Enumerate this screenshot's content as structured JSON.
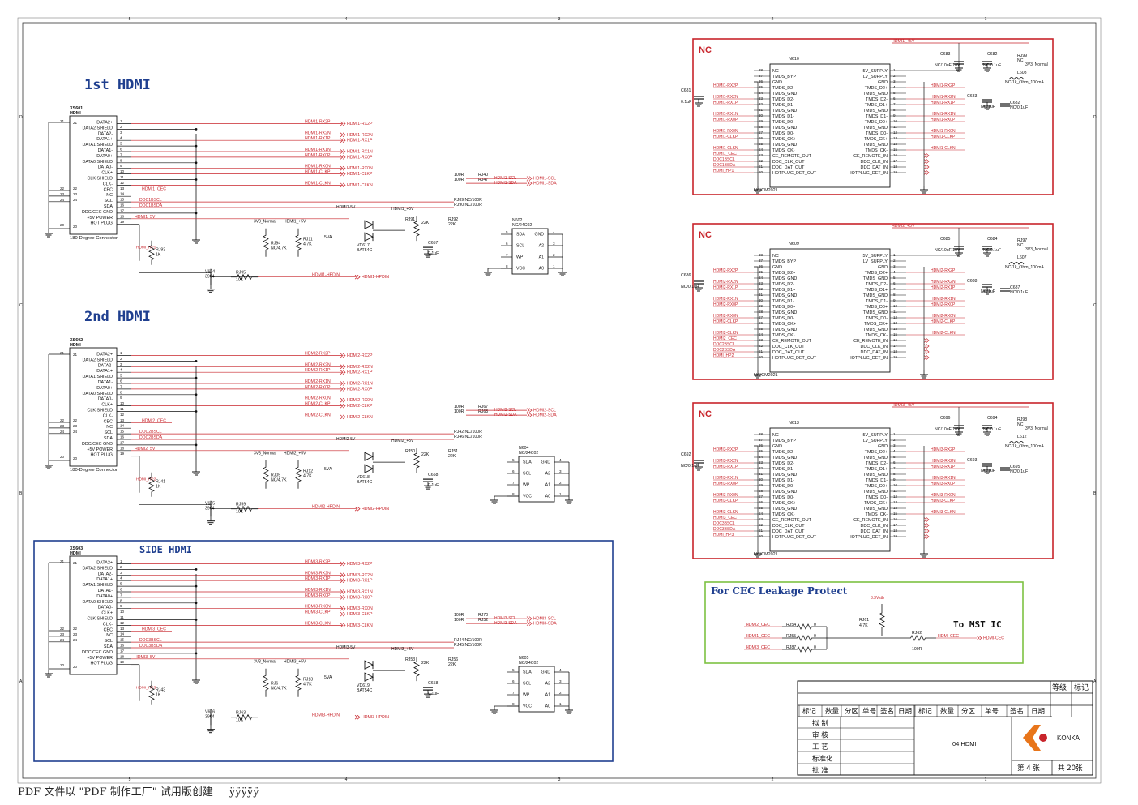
{
  "zones": {
    "cols": [
      "5",
      "4",
      "3",
      "2",
      "1"
    ],
    "rows": [
      "D",
      "C",
      "B",
      "A"
    ]
  },
  "sections": [
    {
      "title": "1st HDMI",
      "conn": "XS601",
      "conn_type": "HDMI",
      "conn_note": "180-Degree Connector",
      "n": "1"
    },
    {
      "title": "2nd HDMI",
      "conn": "XS602",
      "conn_type": "HDMI",
      "conn_note": "180-Degree Connector",
      "n": "2"
    },
    {
      "title": "SIDE HDMI",
      "conn": "XS603",
      "conn_type": "HDMI",
      "conn_note": "",
      "n": "3"
    }
  ],
  "pins": [
    {
      "no": "1",
      "name": "DATA2+"
    },
    {
      "no": "2",
      "name": "DATA2 SHIELD"
    },
    {
      "no": "3",
      "name": "DATA2-"
    },
    {
      "no": "4",
      "name": "DATA1+"
    },
    {
      "no": "5",
      "name": "DATA1 SHIELD"
    },
    {
      "no": "6",
      "name": "DATA1-"
    },
    {
      "no": "7",
      "name": "DATA0+"
    },
    {
      "no": "8",
      "name": "DATA0 SHIELD"
    },
    {
      "no": "9",
      "name": "DATA0-"
    },
    {
      "no": "10",
      "name": "CLK+"
    },
    {
      "no": "11",
      "name": "CLK SHIELD"
    },
    {
      "no": "12",
      "name": "CLK-"
    },
    {
      "no": "13",
      "name": "CEC"
    },
    {
      "no": "14",
      "name": "NC"
    },
    {
      "no": "15",
      "name": "SCL"
    },
    {
      "no": "16",
      "name": "SDA"
    },
    {
      "no": "17",
      "name": "DDC/CEC GND"
    },
    {
      "no": "18",
      "name": "+5V POWER"
    },
    {
      "no": "19",
      "name": "HOT PLUG"
    }
  ],
  "net_sig": [
    "RX2P",
    "RX2N",
    "RX1P",
    "RX1N",
    "RX0P",
    "RX0N",
    "CLKP",
    "CLKN"
  ],
  "ddc": [
    {
      "scl": "DDC1BSCL",
      "sda": "DDC1BSDA"
    },
    {
      "scl": "DDC2BSCL",
      "sda": "DDC2BSDA"
    },
    {
      "scl": "DDC3BSCL",
      "sda": "DDC3BSDA"
    }
  ],
  "eeprom": {
    "parts": [
      "N602",
      "N604",
      "N605"
    ],
    "value": "NC/24C02",
    "pins": [
      "SDA",
      "SCL",
      "WP",
      "VCC",
      "GND",
      "A2",
      "A1",
      "A0"
    ]
  },
  "sw_ics": [
    {
      "ref": "N610",
      "label": "NC",
      "cap_in": "C681",
      "cap_in_v": "0.1uF",
      "c1": "C683",
      "c1v": "NC/10uF/10V",
      "c2": "C682",
      "c2v": "NC/0.1uF",
      "c3": "C683",
      "c3v": "NC/1uF",
      "c4": "C682",
      "c4v": "NC/0.1uF",
      "r": "RJ99",
      "rv": "NC",
      "l": "L608",
      "lv": "NC/1k_Ohm_100mA",
      "pwr": "HDMI1_+5V",
      "n": "1"
    },
    {
      "ref": "N609",
      "label": "NC",
      "cap_in": "C686",
      "cap_in_v": "NC/0.1uF",
      "c1": "C685",
      "c1v": "NC/10uF/10V",
      "c2": "C684",
      "c2v": "NC/0.1uF",
      "c3": "C688",
      "c3v": "NC/1uF",
      "c4": "C687",
      "c4v": "NC/0.1uF",
      "r": "RJ97",
      "rv": "NC",
      "l": "L607",
      "lv": "NC/1k_Ohm_100mA",
      "pwr": "HDMI2_+5V",
      "n": "2"
    },
    {
      "ref": "N613",
      "label": "NC",
      "cap_in": "C692",
      "cap_in_v": "NC/0.1uF",
      "c1": "C696",
      "c1v": "NC/10uF/10V",
      "c2": "C694",
      "c2v": "NC/0.1uF",
      "c3": "C693",
      "c3v": "NC/1uF",
      "c4": "C695",
      "c4v": "NC/0.1uF",
      "r": "RJ98",
      "rv": "NC",
      "l": "L612",
      "lv": "NC/1k_Ohm_100mA",
      "pwr": "HDMI3_+5V",
      "n": "3"
    }
  ],
  "sw_pins_left": [
    "NC",
    "TMDS_BYP",
    "GND",
    "TMDS_D2+",
    "TMDS_GND",
    "TMDS_D2-",
    "TMDS_D1+",
    "TMDS_GND",
    "TMDS_D1-",
    "TMDS_D0+",
    "TMDS_GND",
    "TMDS_D0-",
    "TMDS_CK+",
    "TMDS_GND",
    "TMDS_CK-",
    "CE_REMOTE_OUT",
    "DDC_CLK_OUT",
    "DDC_DAT_OUT",
    "HOTPLUG_DET_OUT"
  ],
  "sw_pins_right": [
    "5V_SUPPLY",
    "LV_SUPPLY",
    "GND",
    "TMDS_D2+",
    "TMDS_GND",
    "TMDS_D2-",
    "TMDS_D1+",
    "TMDS_GND",
    "TMDS_D1-",
    "TMDS_D0+",
    "TMDS_GND",
    "TMDS_D0-",
    "TMDS_CK+",
    "TMDS_GND",
    "TMDS_CK-",
    "CE_REMOTE_IN",
    "DDC_CLK_IN",
    "DDC_DAT_IN",
    "HOTPLUG_DET_IN"
  ],
  "sw_part": "NC/CM2021",
  "v3": "3V3_Normal",
  "cec": {
    "title": "For CEC Leakage Protect",
    "to": "To MST IC",
    "vsup": "3.3Vstb",
    "rj61": "RJ61",
    "rj61v": "4.7K",
    "rj62": "RJ62",
    "rj62v": "100R",
    "out": "HDMI-CEC",
    "rows": [
      {
        "net": "HDMI2_CEC",
        "r": "RJ54",
        "v": "0"
      },
      {
        "net": "HDMI1_CEC",
        "r": "RJ55",
        "v": "0"
      },
      {
        "net": "HDMI3_CEC",
        "r": "RJ87",
        "v": "0"
      }
    ]
  },
  "title_block": {
    "grade": "等级",
    "mark": "标记",
    "hdr": [
      "标记",
      "数量",
      "分区",
      "单号",
      "签名",
      "日期",
      "标记",
      "数量",
      "分区",
      "单号",
      "签名",
      "日期"
    ],
    "roles": [
      "拟 制",
      "审 核",
      "工 艺",
      "标准化",
      "批 准"
    ],
    "doc": "04.HDMI",
    "brand": "KONKA",
    "sheet": "第 4 张",
    "total": "共 20张"
  },
  "footer": {
    "text": "PDF 文件以 \"PDF 制作工厂\" 试用版创建",
    "link": "ÿÿÿÿÿ"
  }
}
